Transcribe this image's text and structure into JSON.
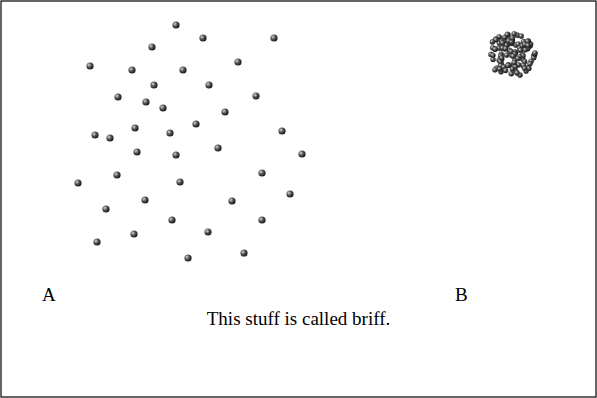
{
  "diagram": {
    "caption": "This stuff is called briff.",
    "labels": [
      "A",
      "B"
    ]
  }
}
